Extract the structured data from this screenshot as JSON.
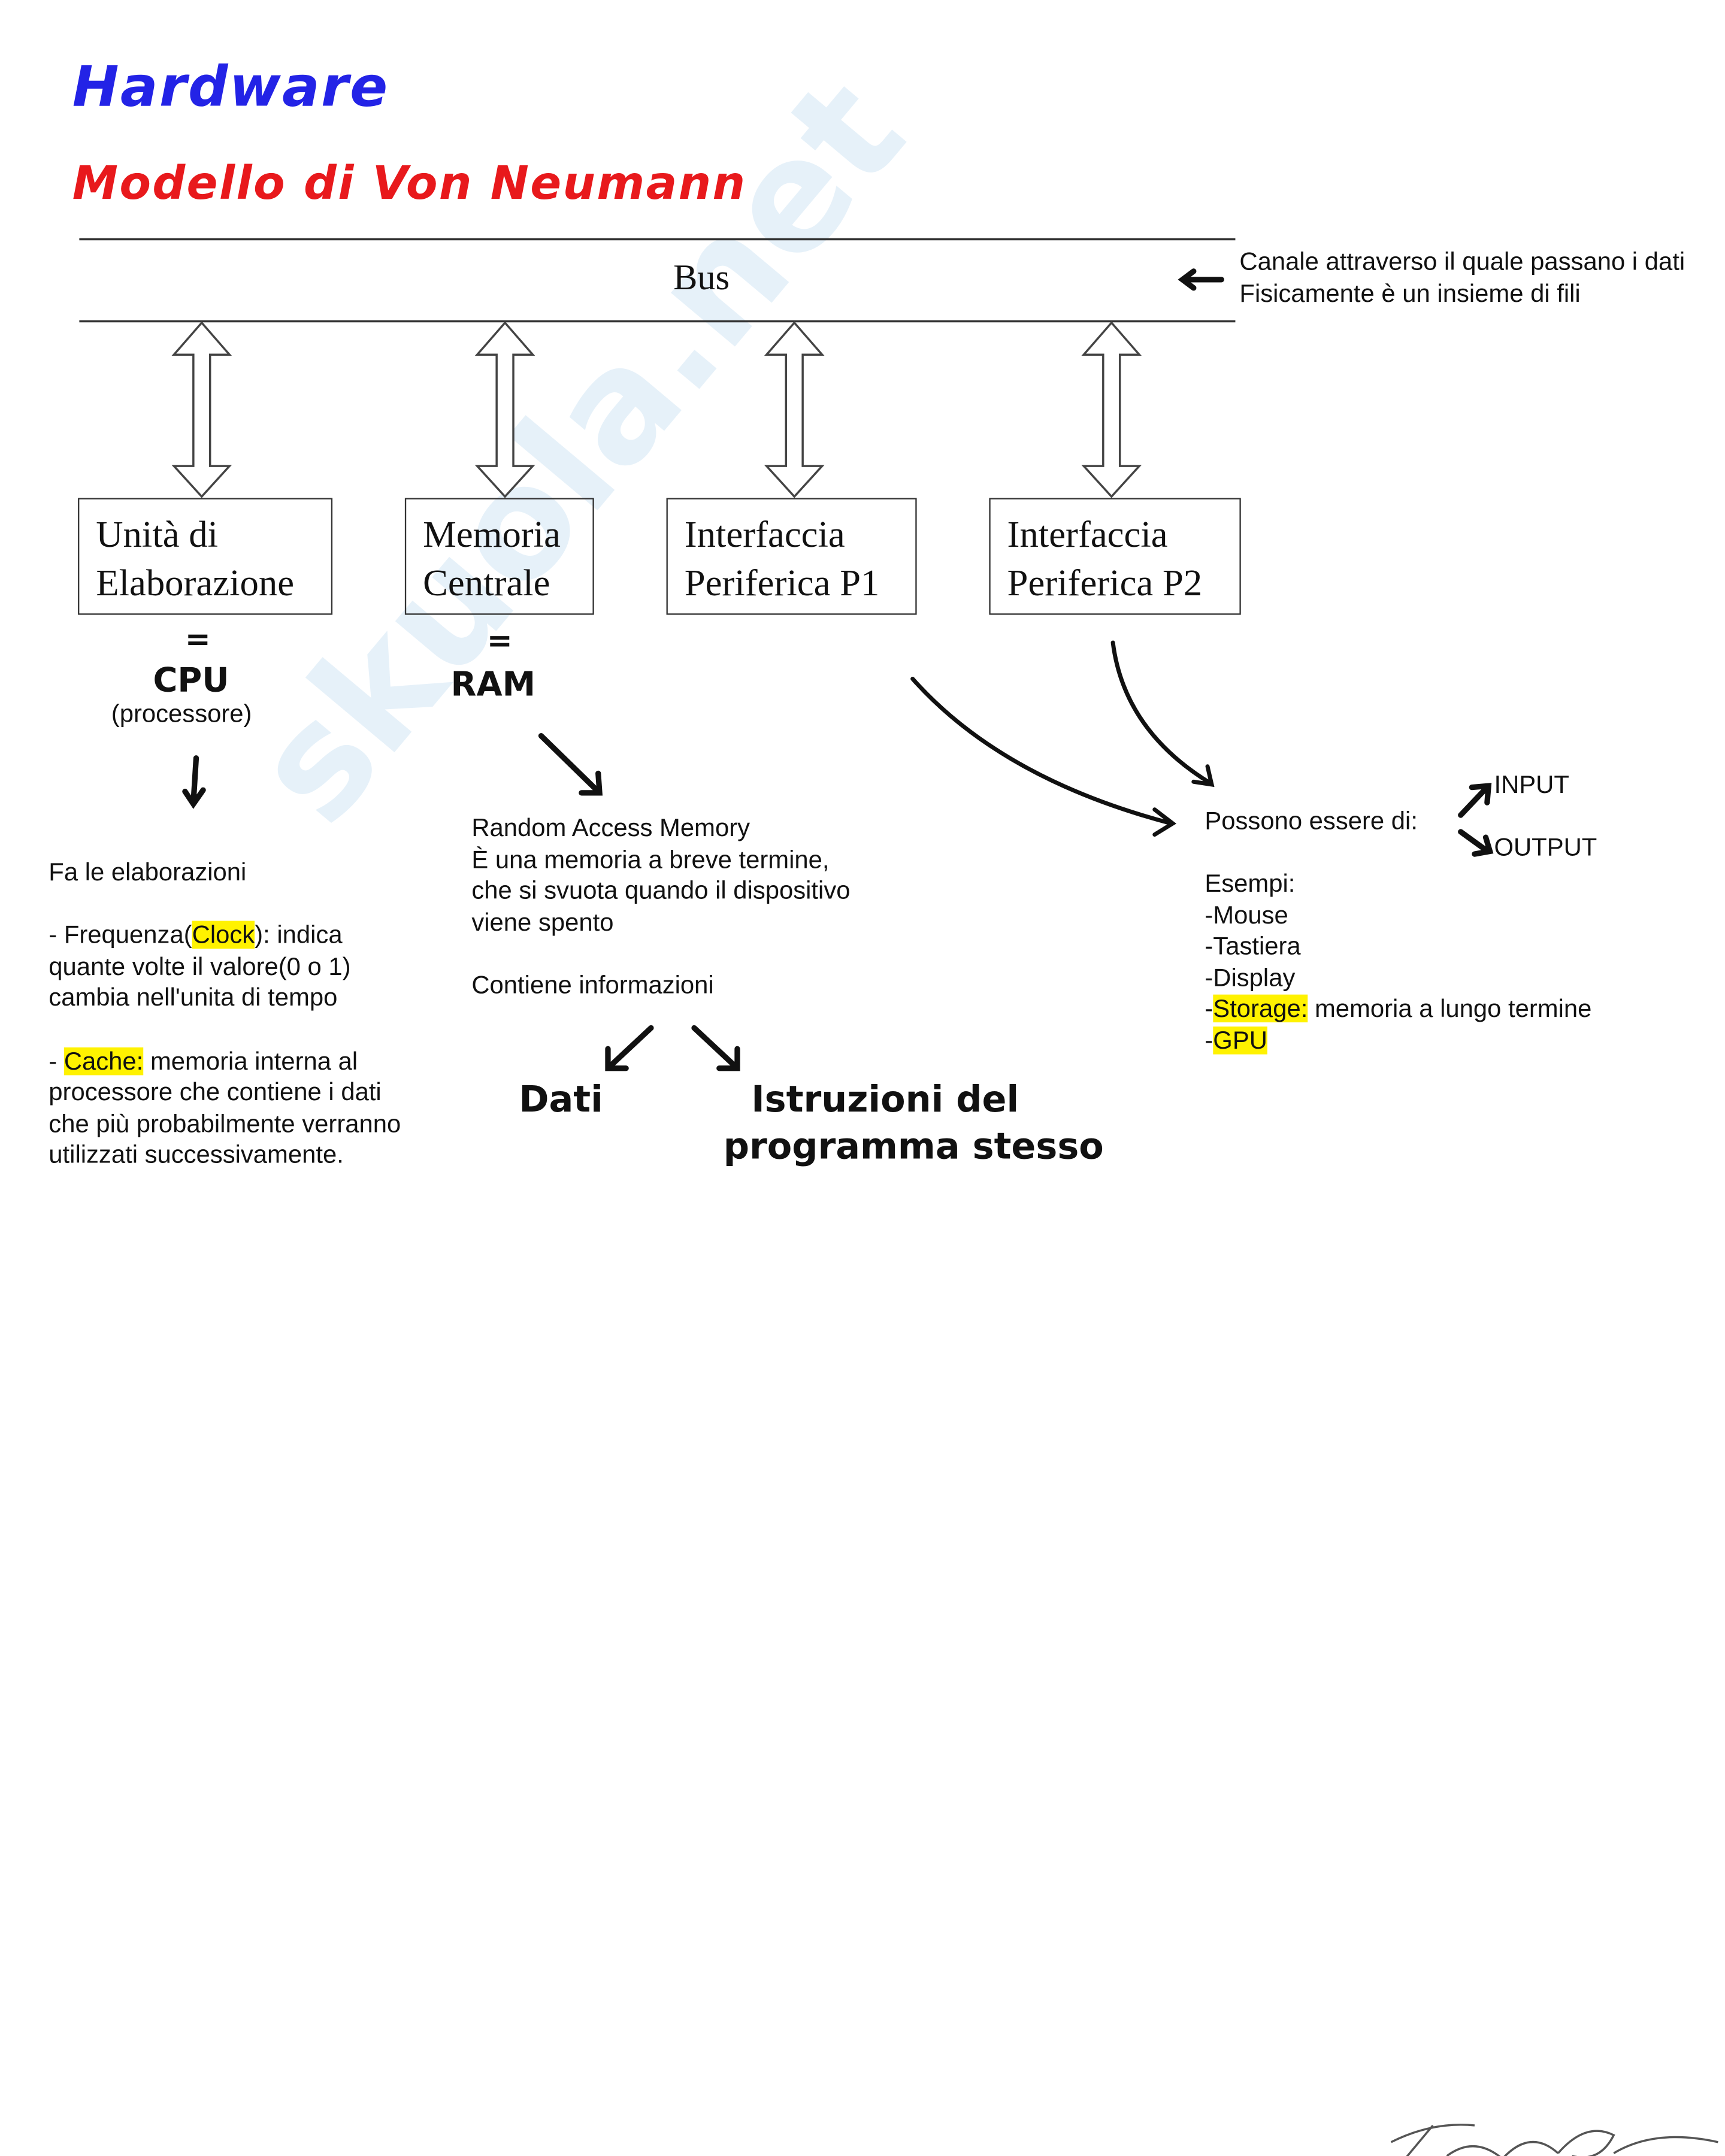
{
  "title": "Hardware",
  "subtitle": "Modello di Von Neumann",
  "watermark": "skuola.net",
  "diagram": {
    "bus_label": "Bus",
    "bus_note": [
      "Canale attraverso il quale passano i dati",
      "Fisicamente è un insieme di fili"
    ],
    "boxes": [
      {
        "line1": "Unità di",
        "line2": "Elaborazione"
      },
      {
        "line1": "Memoria",
        "line2": "Centrale"
      },
      {
        "line1": "Interfaccia",
        "line2": "Periferica P1"
      },
      {
        "line1": "Interfaccia",
        "line2": "Periferica P2"
      }
    ]
  },
  "cpu": {
    "equals": "=",
    "label": "CPU",
    "sub": "(processore)",
    "notes": {
      "intro": "Fa le elaborazioni",
      "freq_pre": "- Frequenza(",
      "freq_hl": "Clock",
      "freq_post": "): indica",
      "freq_l2": "quante volte il valore(0 o 1)",
      "freq_l3": "cambia nell'unita di tempo",
      "cache_pre": "- ",
      "cache_hl": "Cache:",
      "cache_post": " memoria interna al",
      "cache_l2": "processore che contiene i dati",
      "cache_l3": "che più probabilmente verranno",
      "cache_l4": "utilizzati successivamente."
    }
  },
  "ram": {
    "equals": "=",
    "label": "RAM",
    "notes": [
      "Random Access Memory",
      "È una memoria a breve termine,",
      "che si svuota quando il dispositivo",
      "viene spento"
    ],
    "contains": "Contiene informazioni",
    "branch_left": "Dati",
    "branch_right_l1": "Istruzioni del",
    "branch_right_l2": "programma stesso"
  },
  "peripherals": {
    "intro": "Possono essere di:",
    "input": "INPUT",
    "output": "OUTPUT",
    "examples_title": "Esempi:",
    "ex1": "-Mouse",
    "ex2": "-Tastiera",
    "ex3": "-Display",
    "ex4_pre": "-",
    "ex4_hl": "Storage:",
    "ex4_post": " memoria a lungo termine",
    "ex5_pre": "-",
    "ex5_hl": "GPU"
  },
  "signature": "Federico Baldini",
  "colors": {
    "title": "#2323e6",
    "subtitle": "#e8191c",
    "highlight": "#fff200"
  }
}
